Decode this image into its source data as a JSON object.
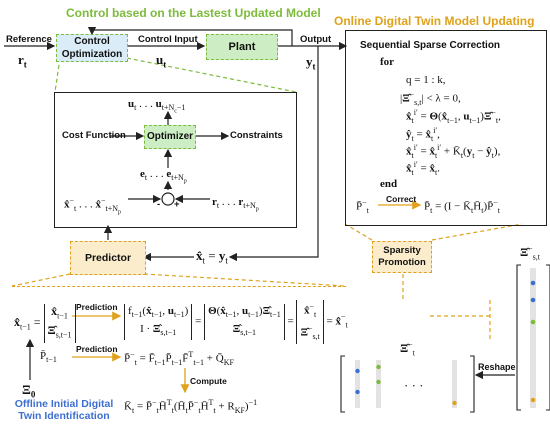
{
  "titles": {
    "control": "Control based on the Lastest Updated Model",
    "online": "Online Digital Twin Model Updating",
    "offline": "Offline Initial Digital Twin Identification"
  },
  "blocks": {
    "control_opt": "Control Optimization",
    "plant": "Plant",
    "optimizer": "Optimizer",
    "predictor": "Predictor",
    "sparsity": "Sparsity Promotion"
  },
  "labels": {
    "reference": "Reference",
    "control_input": "Control Input",
    "output": "Output",
    "cost_function": "Cost Function",
    "constraints": "Constraints",
    "sequential": "Sequential Sparse Correction",
    "correct": "Correct",
    "prediction1": "Prediction",
    "prediction2": "Prediction",
    "compute": "Compute",
    "reshape": "Reshape",
    "minus": "-",
    "plus": "+"
  },
  "math": {
    "r_t": "r_t",
    "u_t": "u_t",
    "y_t": "y_t",
    "u_seq": "u_t … u_{t+N_c−1}",
    "e_seq": "e_t … e_{t+N_p}",
    "x_seq": "x̂_t^− … x̂_{t+N_p}^−",
    "r_seq": "r_t … r_{t+N_p}",
    "x_eq_y": "x̂_t = y_t",
    "xi0": "Ξ_0",
    "xi_st_minus": "Ξ̂_{s,t}^−",
    "xi_t_minus": "Ξ̂_t^−",
    "dots": "· · ·",
    "p_prev": "P̄_{t−1}",
    "p_minus_eq": "P̄_t^− = F̄_{t−1} P̄_{t−1} F̄_{t−1}^T + Q̄_KF",
    "k_eq": "K̄_t = P̄_t^− H̄_t^T (H̄_t P̄_t^− H̄_t^T + R_KF)^{−1}",
    "p_correct_left": "P̄_t^−",
    "p_correct_right": "P̄_t = (I − K̄_t H̄_t) P̄_t^−"
  },
  "algorithm": {
    "for": "for",
    "loop": "q = 1 : k,",
    "cond": "|Ξ̂_{s,t}^−| < λ = 0,",
    "step1": "x̂_t^{i'} = Θ(x̂_{t−1}, u_{t−1}) Ξ̂_t^−,",
    "step2": "ŷ_t = x̂_t^{i'},",
    "step3": "x̂_t^{i'} = x̂_t^{i'} + K̄_t (y_t − ŷ_t),",
    "step4": "x̂_t^{i'} = x̂_t.",
    "end": "end"
  },
  "colors": {
    "green": "#7dbb3c",
    "orange": "#e0a21c",
    "blue": "#3d6fd1"
  }
}
